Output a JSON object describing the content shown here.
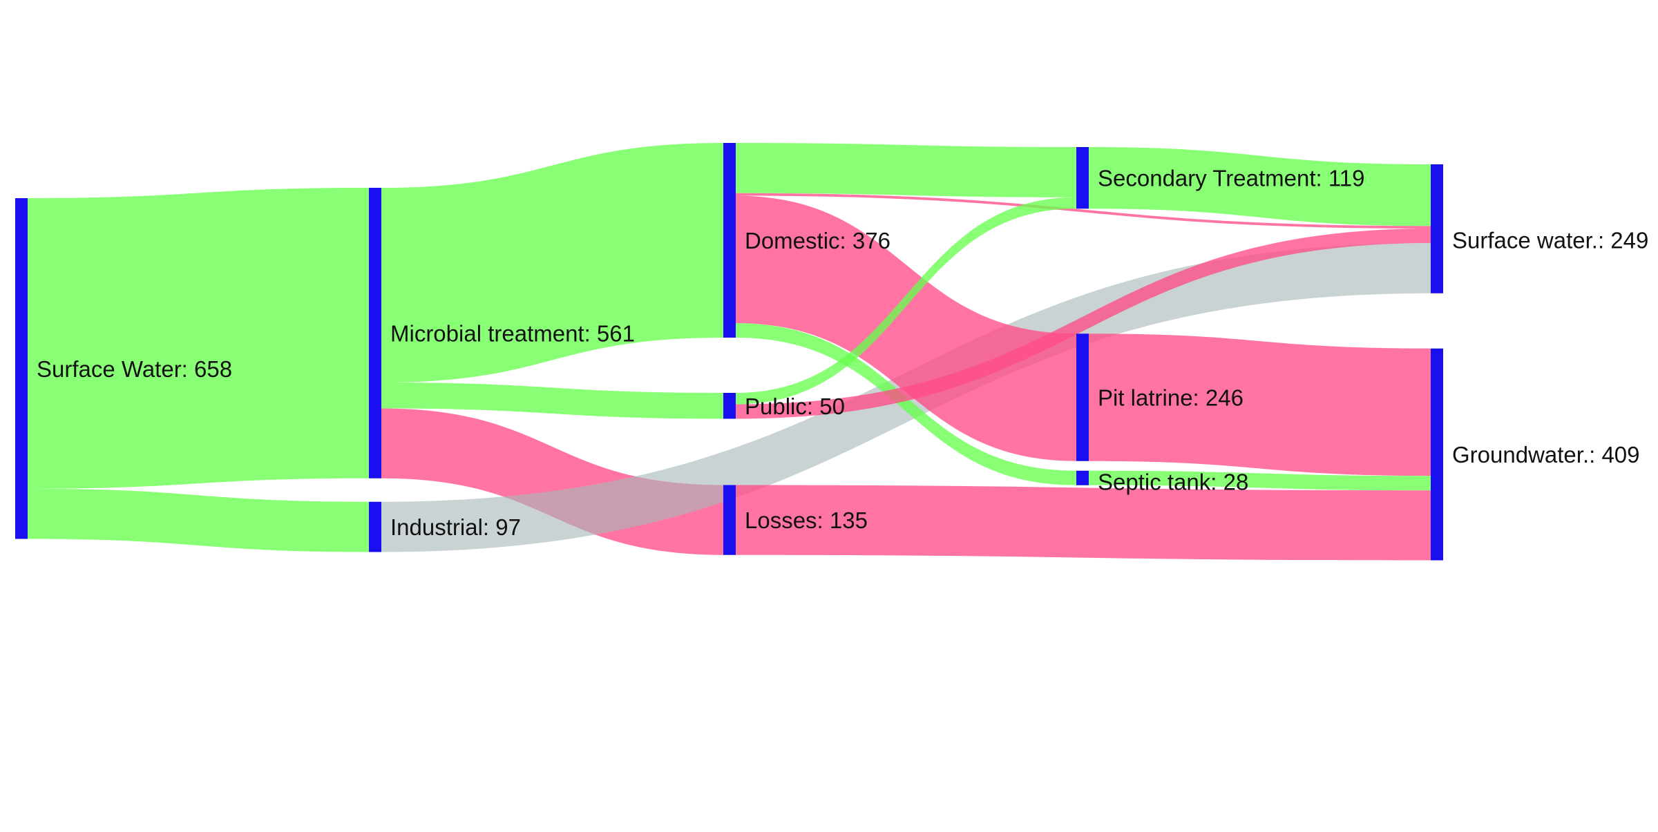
{
  "chart_data": {
    "type": "sankey",
    "title": "",
    "colors": {
      "node": "#1a0ff0",
      "green": "#66ff4d",
      "pink": "#ff4d88",
      "gray": "#a8b8b8"
    },
    "nodes": [
      {
        "id": "surface_water",
        "label": "Surface Water: 658",
        "name": "Surface Water",
        "value": 658,
        "column": 0
      },
      {
        "id": "microbial",
        "label": "Microbial treatment: 561",
        "name": "Microbial treatment",
        "value": 561,
        "column": 1
      },
      {
        "id": "industrial",
        "label": "Industrial: 97",
        "name": "Industrial",
        "value": 97,
        "column": 1
      },
      {
        "id": "domestic",
        "label": "Domestic: 376",
        "name": "Domestic",
        "value": 376,
        "column": 2
      },
      {
        "id": "public",
        "label": "Public: 50",
        "name": "Public",
        "value": 50,
        "column": 2
      },
      {
        "id": "losses",
        "label": "Losses: 135",
        "name": "Losses",
        "value": 135,
        "column": 2
      },
      {
        "id": "secondary",
        "label": "Secondary Treatment: 119",
        "name": "Secondary Treatment",
        "value": 119,
        "column": 3
      },
      {
        "id": "pit_latrine",
        "label": "Pit latrine: 246",
        "name": "Pit latrine",
        "value": 246,
        "column": 3
      },
      {
        "id": "septic",
        "label": "Septic tank: 28",
        "name": "Septic tank",
        "value": 28,
        "column": 3
      },
      {
        "id": "surface_out",
        "label": "Surface water.: 249",
        "name": "Surface water.",
        "value": 249,
        "column": 4
      },
      {
        "id": "groundwater",
        "label": "Groundwater.: 409",
        "name": "Groundwater.",
        "value": 409,
        "column": 4
      }
    ],
    "links": [
      {
        "source": "surface_water",
        "target": "microbial",
        "value": 561,
        "color": "green"
      },
      {
        "source": "surface_water",
        "target": "industrial",
        "value": 97,
        "color": "green"
      },
      {
        "source": "microbial",
        "target": "domestic",
        "value": 376,
        "color": "green"
      },
      {
        "source": "microbial",
        "target": "public",
        "value": 50,
        "color": "green"
      },
      {
        "source": "microbial",
        "target": "losses",
        "value": 135,
        "color": "pink"
      },
      {
        "source": "industrial",
        "target": "surface_out",
        "value": 97,
        "color": "gray"
      },
      {
        "source": "domestic",
        "target": "secondary",
        "value": 97,
        "color": "green"
      },
      {
        "source": "domestic",
        "target": "pit_latrine",
        "value": 246,
        "color": "pink"
      },
      {
        "source": "domestic",
        "target": "surface_out",
        "value": 5,
        "color": "pink"
      },
      {
        "source": "domestic",
        "target": "septic",
        "value": 28,
        "color": "green"
      },
      {
        "source": "public",
        "target": "secondary",
        "value": 22,
        "color": "green"
      },
      {
        "source": "public",
        "target": "surface_out",
        "value": 28,
        "color": "pink"
      },
      {
        "source": "secondary",
        "target": "surface_out",
        "value": 119,
        "color": "green"
      },
      {
        "source": "pit_latrine",
        "target": "groundwater",
        "value": 246,
        "color": "pink"
      },
      {
        "source": "septic",
        "target": "groundwater",
        "value": 28,
        "color": "green"
      },
      {
        "source": "losses",
        "target": "groundwater",
        "value": 135,
        "color": "pink"
      }
    ]
  }
}
